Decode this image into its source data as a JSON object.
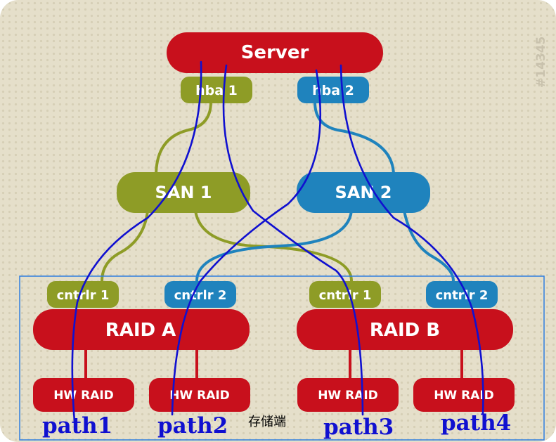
{
  "colors": {
    "background": "#e5dfca",
    "red": "#c8101c",
    "olive": "#8e9c26",
    "blue": "#1f83bd",
    "path_line": "#1010d0",
    "storage_box": "#2f7fe0"
  },
  "server": {
    "label": "Server"
  },
  "hbas": [
    {
      "label": "hba 1"
    },
    {
      "label": "hba 2"
    }
  ],
  "sans": [
    {
      "label": "SAN 1"
    },
    {
      "label": "SAN 2"
    }
  ],
  "controllers": [
    {
      "label": "cntrlr 1"
    },
    {
      "label": "cntrlr 2"
    },
    {
      "label": "cntrlr 1"
    },
    {
      "label": "cntrlr 2"
    }
  ],
  "raids": [
    {
      "label": "RAID A"
    },
    {
      "label": "RAID B"
    }
  ],
  "hw_raids": [
    {
      "label": "HW RAID"
    },
    {
      "label": "HW RAID"
    },
    {
      "label": "HW RAID"
    },
    {
      "label": "HW RAID"
    }
  ],
  "paths": [
    {
      "label": "path1"
    },
    {
      "label": "path2"
    },
    {
      "label": "path3"
    },
    {
      "label": "path4"
    }
  ],
  "storage_label": "存储端",
  "watermark": "#14345"
}
